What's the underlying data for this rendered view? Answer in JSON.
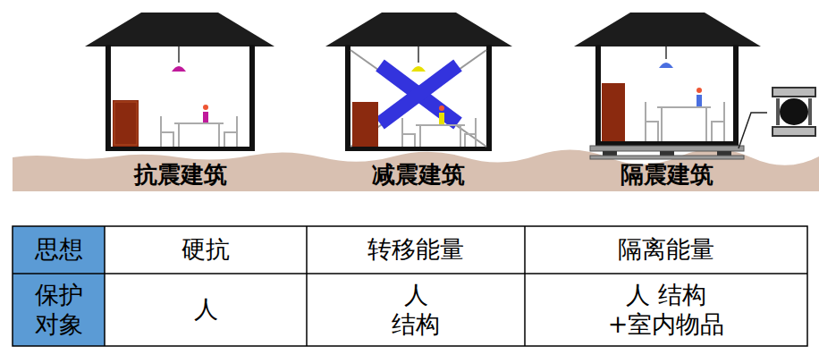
{
  "diagram": {
    "labels": [
      "抗震建筑",
      "减震建筑",
      "隔震建筑",
      "思想",
      "硬抗",
      "转移能量",
      "隔离能量",
      "保护 对象",
      "人",
      "人 结构",
      "人 结构+室内物品"
    ]
  }
}
